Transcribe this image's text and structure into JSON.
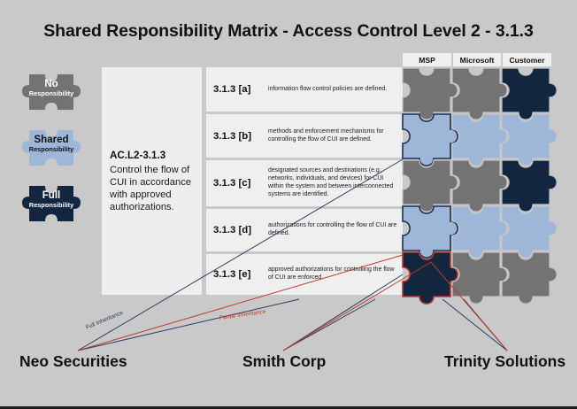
{
  "title": "Shared Responsibility Matrix - Access Control Level 2 - 3.1.3",
  "colors": {
    "background": "#c9c9c9",
    "panel": "#eeeeee",
    "row": "#efefef",
    "no_responsibility": "#737373",
    "shared_responsibility": "#9eb6d8",
    "full_responsibility": "#122640",
    "piece_border": "#c5c5c5",
    "highlight_navy": "#1b3050",
    "highlight_red": "#c0392b",
    "full_inheritance_line": "#2b3d5c",
    "partial_inheritance_line": "#c0392b"
  },
  "legend": {
    "items": [
      {
        "name": "no",
        "title": "No",
        "subtitle": "Responsibility",
        "color": "#737373",
        "text_color": "#ffffff"
      },
      {
        "name": "shared",
        "title": "Shared",
        "subtitle": "Responsibility",
        "color": "#9eb6d8",
        "text_color": "#111111"
      },
      {
        "name": "full",
        "title": "Full",
        "subtitle": "Responsibility",
        "color": "#122640",
        "text_color": "#ffffff"
      }
    ]
  },
  "control": {
    "code": "AC.L2-3.1.3",
    "description": "Control the flow of CUI in accordance with approved authorizations."
  },
  "columns": [
    {
      "label": "MSP"
    },
    {
      "label": "Microsoft"
    },
    {
      "label": "Customer"
    }
  ],
  "requirements": [
    {
      "id": "3.1.3 [a]",
      "text": "information flow control policies are defined.",
      "responsibilities": [
        "no",
        "no",
        "full"
      ]
    },
    {
      "id": "3.1.3 [b]",
      "text": "methods and enforcement mechanisms for controlling the flow of CUI are defined.",
      "responsibilities": [
        "shared",
        "shared",
        "shared"
      ]
    },
    {
      "id": "3.1.3 [c]",
      "text": "designated sources and destinations (e.g., networks, individuals, and devices) for CUI within the system and between interconnected systems are identified.",
      "responsibilities": [
        "no",
        "no",
        "full"
      ]
    },
    {
      "id": "3.1.3 [d]",
      "text": "authorizations for controlling the flow of CUI are defined.",
      "responsibilities": [
        "shared",
        "shared",
        "shared"
      ]
    },
    {
      "id": "3.1.3 [e]",
      "text": "approved authorizations for controlling the flow of CUI are enforced.",
      "responsibilities": [
        "full",
        "no",
        "no"
      ]
    }
  ],
  "connectors": {
    "full_inheritance_label": "Full Inheritance",
    "partial_inheritance_label": "Partial Inheritance"
  },
  "entities": [
    {
      "name": "neo-securities",
      "label": "Neo Securities"
    },
    {
      "name": "smith-corp",
      "label": "Smith Corp"
    },
    {
      "name": "trinity-solutions",
      "label": "Trinity Solutions"
    }
  ]
}
